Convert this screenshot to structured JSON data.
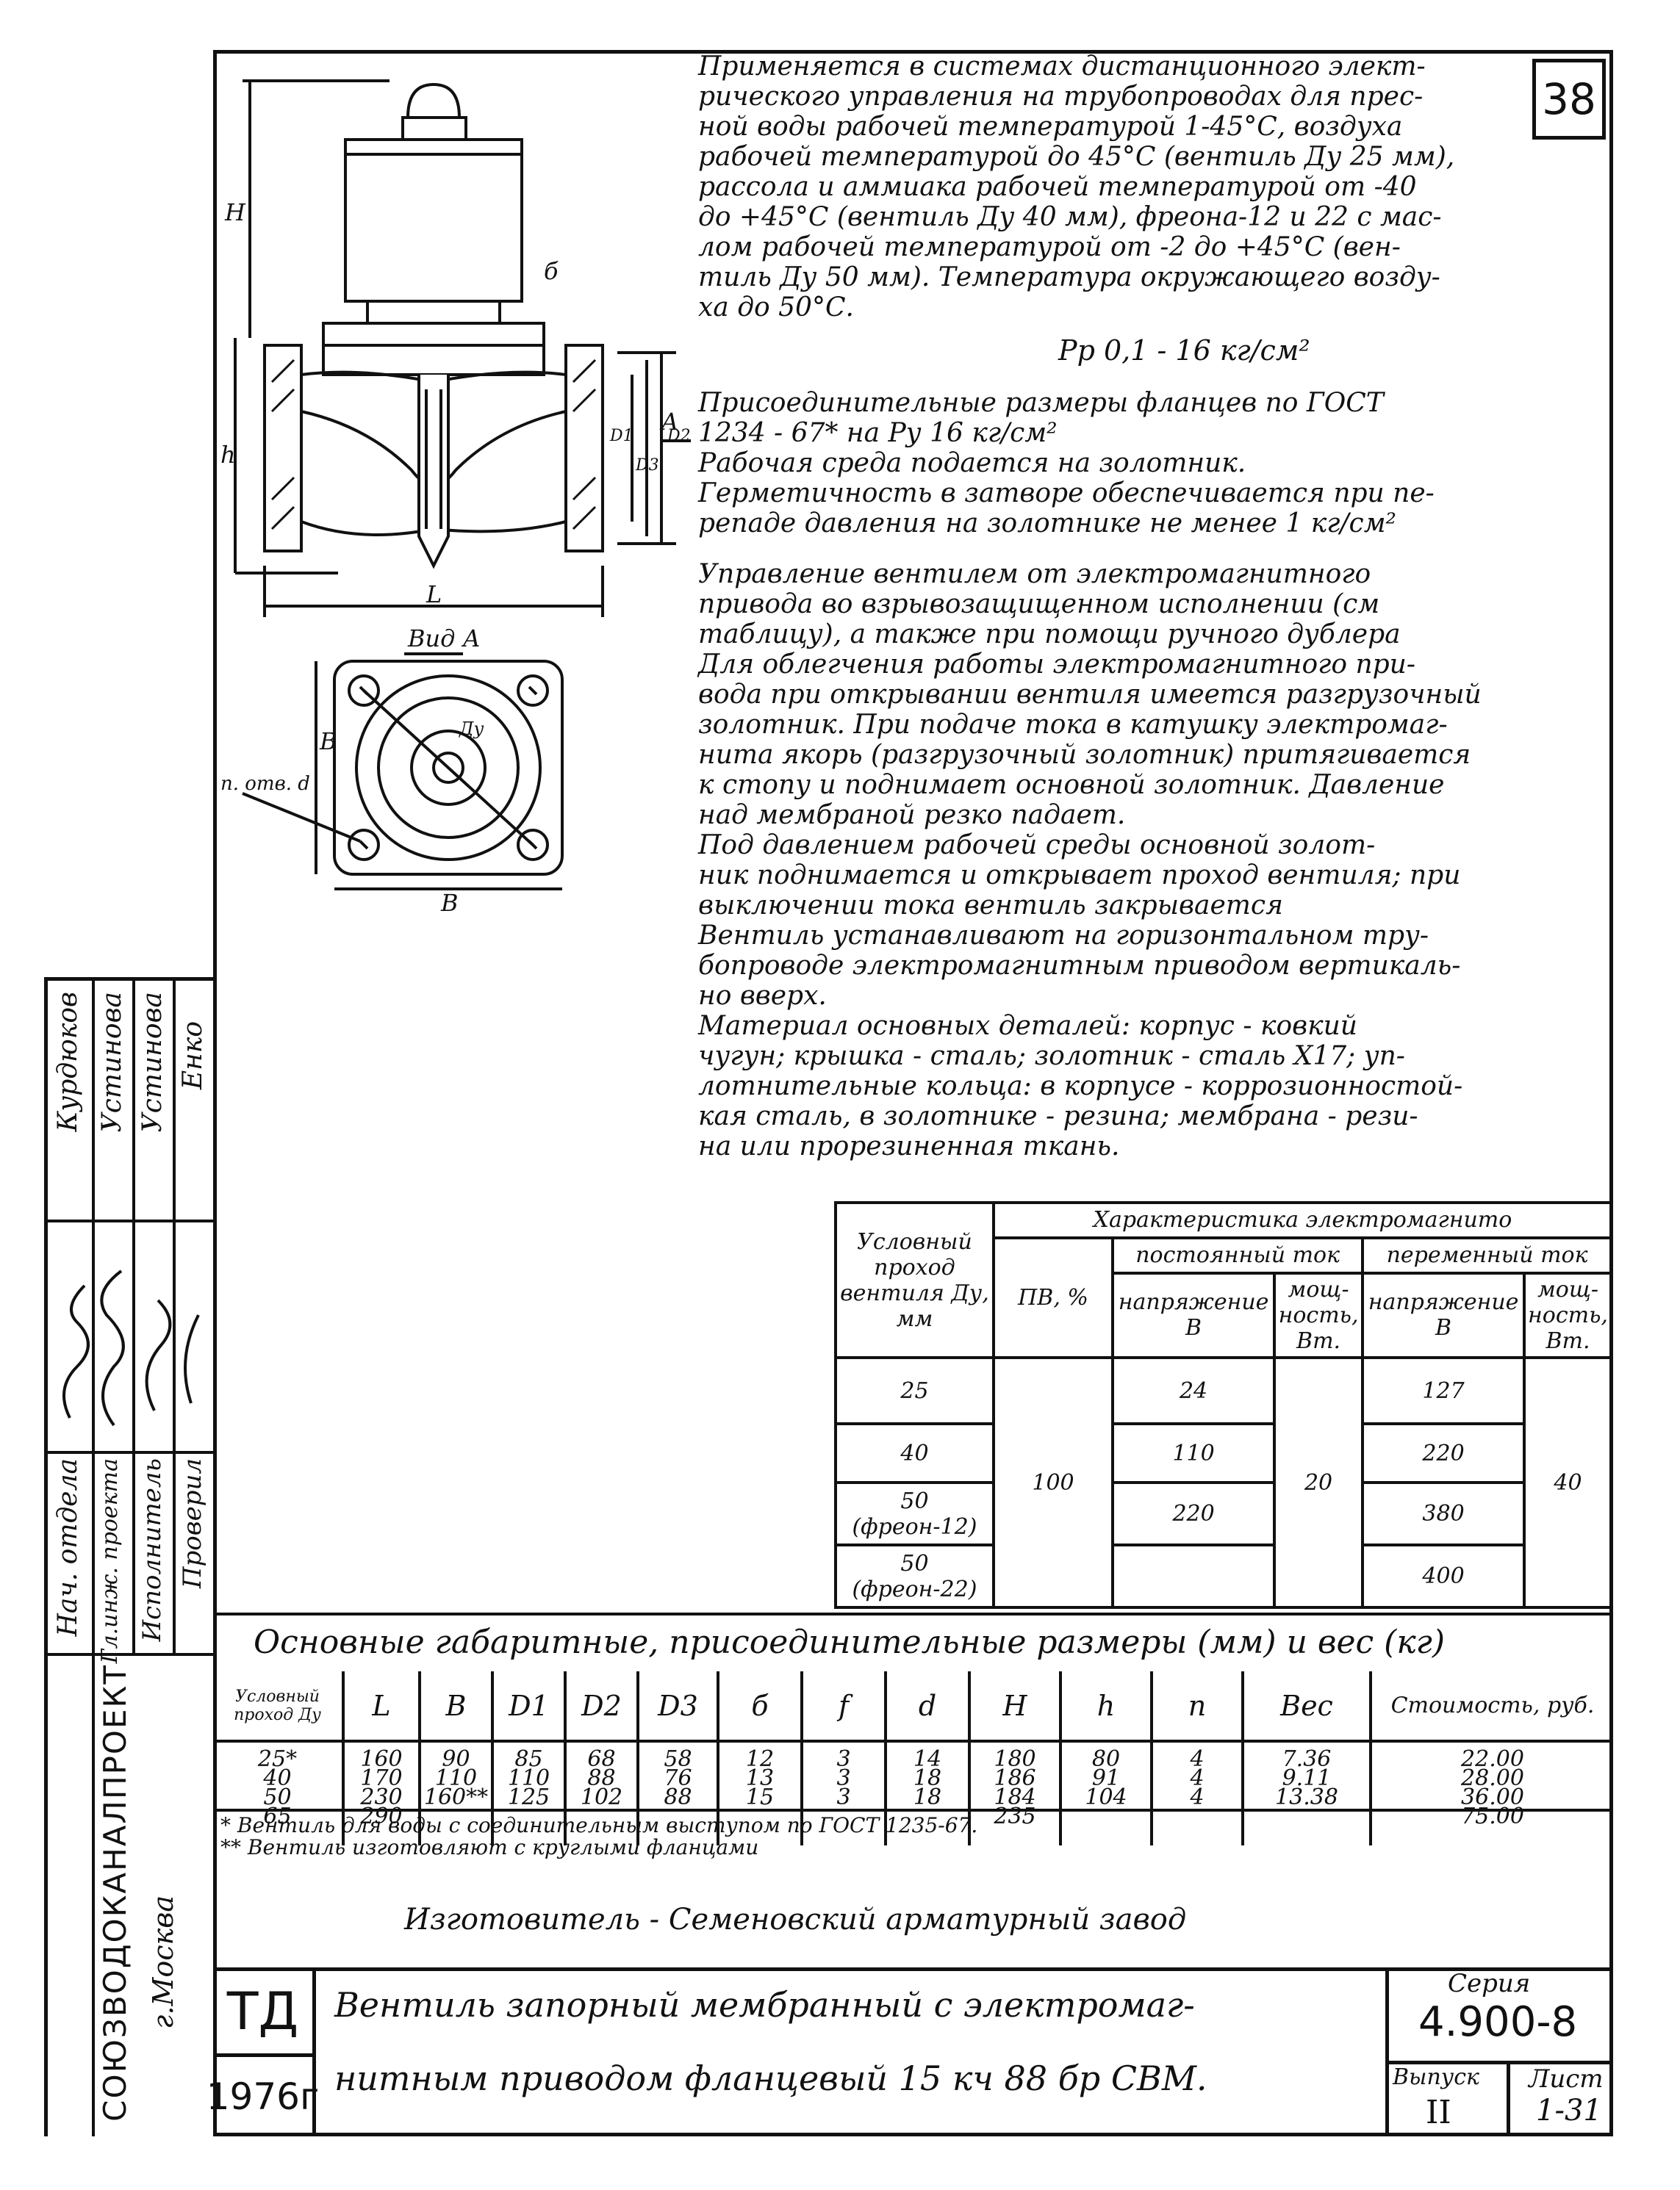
{
  "sheet_number": "38",
  "description": {
    "p1": "Применяется в системах дистанционного элект-\nрического управления на трубопроводах для прес-\nной воды рабочей температурой 1-45°С, воздуха\nрабочей температурой до 45°С (вентиль Ду 25 мм),\nрассола и аммиака рабочей температурой от -40\nдо +45°С (вентиль Ду 40 мм), фреона-12 и 22 с мас-\nлом рабочей температурой от -2 до +45°С (вен-\nтиль Ду 50 мм). Температура окружающего возду-\nха до 50°С.",
    "pressure": "Рр 0,1 - 16 кг/см²",
    "p2": "Присоединительные размеры фланцев по ГОСТ\n1234 - 67* на Ру 16 кг/см²\n   Рабочая среда подается на золотник.\n   Герметичность в затворе обеспечивается при пе-\nрепаде давления на золотнике не менее 1 кг/см²",
    "p3": "   Управление вентилем от электромагнитного\nпривода во взрывозащищенном исполнении (см\nтаблицу), а также при помощи ручного дублера\n   Для облегчения работы электромагнитного при-\nвода при открывании вентиля имеется разгрузочный\nзолотник. При подаче тока в катушку электромаг-\nнита якорь (разгрузочный золотник) притягивается\nк стопу и поднимает основной золотник. Давление\nнад мембраной резко падает.\n   Под давлением рабочей среды основной золот-\nник поднимается и открывает проход вентиля; при\nвыключении тока вентиль закрывается\n   Вентиль устанавливают на горизонтальном тру-\nбопроводе электромагнитным приводом вертикаль-\nно вверх.\n   Материал основных деталей: корпус - ковкий\nчугун; крышка - сталь; золотник - сталь Х17; уп-\nлотнительные кольца: в корпусе - коррозионностой-\nкая сталь, в золотнике - резина; мембрана - рези-\nна или прорезиненная ткань."
  },
  "drawing": {
    "labels": {
      "H": "H",
      "h": "h",
      "L": "L",
      "b": "б",
      "A": "A",
      "D1": "D1",
      "D2": "D2",
      "D3": "D3",
      "view": "Вид А",
      "holes": "n. отв. d",
      "B_side": "B",
      "B_bottom": "B",
      "Dy": "Ду"
    }
  },
  "char_table": {
    "header_main": "Характеристика электромагнито",
    "col_dy": "Условный проход вентиля Ду, мм",
    "col_pv": "ПВ, %",
    "dc": "постоянный ток",
    "ac": "переменный ток",
    "voltage": "напряжение В",
    "power": "мощ-ность, Вт.",
    "rows": [
      {
        "dy": "25",
        "dc_v": "24",
        "ac_v": "127"
      },
      {
        "dy": "40",
        "dc_v": "110",
        "ac_v": "220"
      },
      {
        "dy": "50 (фреон-12)",
        "dc_v": "220",
        "ac_v": "380"
      },
      {
        "dy": "50 (фреон-22)",
        "dc_v": "",
        "ac_v": "400"
      }
    ],
    "pv": "100",
    "dc_power": "20",
    "ac_power": "40"
  },
  "dims": {
    "title": "Основные габаритные, присоединительные размеры (мм) и вес (кг)",
    "headers": [
      "Условный проход Ду",
      "L",
      "B",
      "D1",
      "D2",
      "D3",
      "б",
      "f",
      "d",
      "H",
      "h",
      "n",
      "Вес",
      "Стоимость, руб."
    ],
    "rows": [
      [
        "25*",
        "160",
        "90",
        "85",
        "68",
        "58",
        "12",
        "3",
        "14",
        "180",
        "80",
        "4",
        "7.36",
        "22.00"
      ],
      [
        "40",
        "170",
        "110",
        "110",
        "88",
        "76",
        "13",
        "3",
        "18",
        "186",
        "91",
        "4",
        "9.11",
        "28.00"
      ],
      [
        "50",
        "230",
        "160**",
        "125",
        "102",
        "88",
        "15",
        "3",
        "18",
        "184",
        "104",
        "4",
        "13.38",
        "36.00"
      ],
      [
        "65",
        "290",
        "",
        "",
        "",
        "",
        "",
        "",
        "",
        "235",
        "",
        "",
        "",
        "75.00"
      ]
    ]
  },
  "notes": {
    "n1": "* Вентиль для воды с соединительным выступом по ГОСТ 1235-67.",
    "n2": "** Вентиль изготовляют с круглыми фланцами"
  },
  "maker": "Изготовитель - Семеновский арматурный завод",
  "titleblock": {
    "td": "ТД",
    "year": "1976г",
    "name_line1": "Вентиль запорный мембранный с электромаг-",
    "name_line2": "нитным приводом фланцевый 15 кч 88 бр СВМ.",
    "series_label": "Серия",
    "series_value": "4.900-8",
    "issue_label": "Выпуск",
    "issue_value": "II",
    "sheet_label": "Лист",
    "sheet_value": "1-31"
  },
  "left_strip": {
    "org": "СОЮЗВОДОКАНАЛПРОЕКТ",
    "city": "г.Москва",
    "roles": [
      "Нач. отдела",
      "Гл.инж. проекта",
      "Исполнитель",
      "Проверил"
    ],
    "names": [
      "Курдюков",
      "Устинова",
      "Устинова",
      "Енко"
    ]
  }
}
